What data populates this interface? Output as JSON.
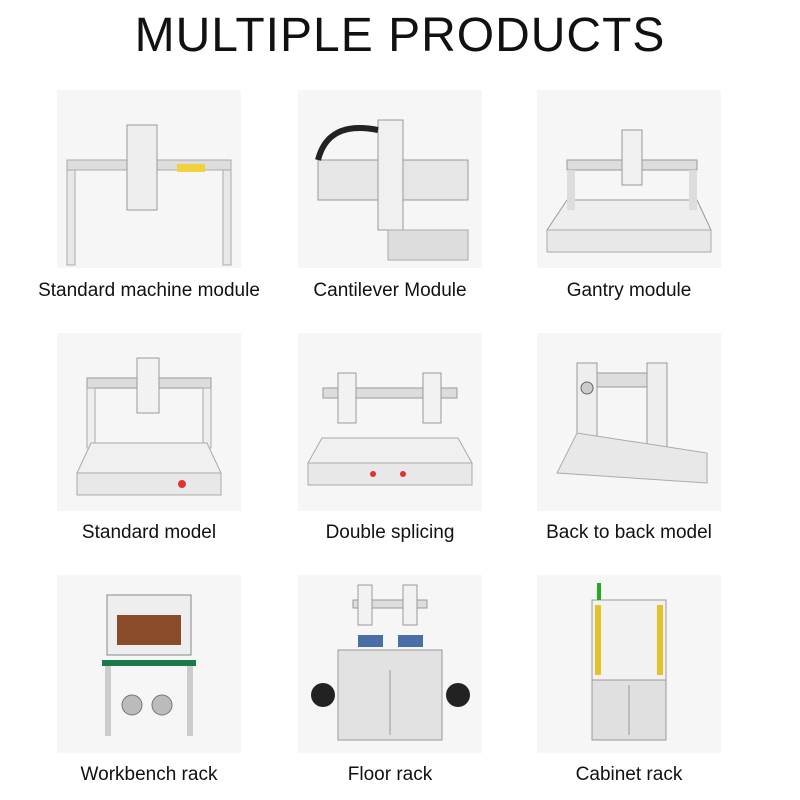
{
  "title": "MULTIPLE PRODUCTS",
  "products": [
    {
      "label": "Standard machine module",
      "icon": "gantry-module-image"
    },
    {
      "label": "Cantilever Module",
      "icon": "cantilever-module-image"
    },
    {
      "label": "Gantry module",
      "icon": "gantry-module-image"
    },
    {
      "label": "Standard model",
      "icon": "desktop-machine-image"
    },
    {
      "label": "Double splicing",
      "icon": "double-machine-image"
    },
    {
      "label": "Back to back model",
      "icon": "back-to-back-machine-image"
    },
    {
      "label": "Workbench rack",
      "icon": "workbench-rack-image"
    },
    {
      "label": "Floor rack",
      "icon": "floor-rack-image"
    },
    {
      "label": "Cabinet rack",
      "icon": "cabinet-rack-image"
    }
  ]
}
